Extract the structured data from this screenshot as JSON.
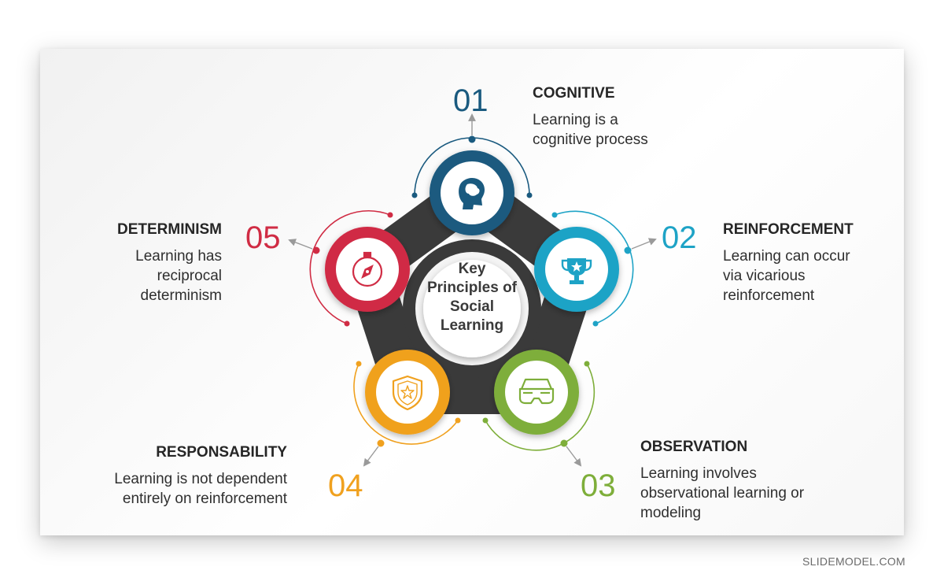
{
  "center": {
    "title": "Key Principles of Social Learning"
  },
  "principles": [
    {
      "number": "01",
      "title": "COGNITIVE",
      "description": "Learning is a cognitive process",
      "color": "#1a5a7f",
      "icon": "head-brain-icon"
    },
    {
      "number": "02",
      "title": "REINFORCEMENT",
      "description": "Learning can occur via vicarious reinforcement",
      "color": "#1ea3c6",
      "icon": "trophy-icon"
    },
    {
      "number": "03",
      "title": "OBSERVATION",
      "description": "Learning involves observational learning or modeling",
      "color": "#7eae3a",
      "icon": "3d-glasses-icon"
    },
    {
      "number": "04",
      "title": "RESPONSABILITY",
      "description": "Learning is not dependent entirely on reinforcement",
      "color": "#f0a11f",
      "icon": "shield-star-icon"
    },
    {
      "number": "05",
      "title": "DETERMINISM",
      "description": "Learning has reciprocal determinism",
      "color": "#d02c44",
      "icon": "compass-icon"
    }
  ],
  "footer": {
    "brand": "SLIDEMODEL.COM"
  }
}
